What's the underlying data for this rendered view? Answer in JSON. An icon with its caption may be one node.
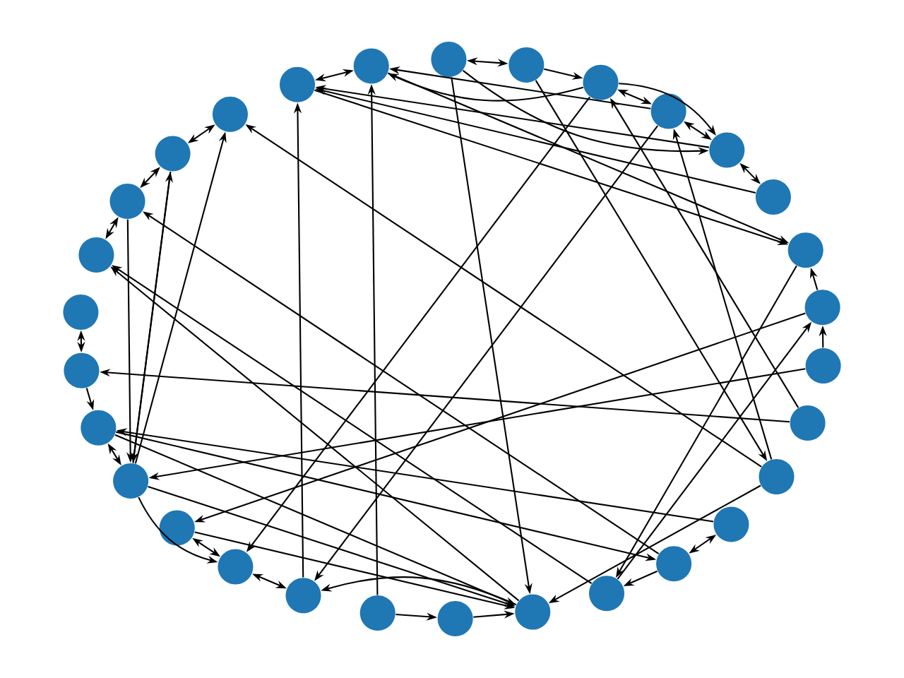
{
  "diagram": {
    "nodes": [
      {
        "text": [],
        "shape": "circle"
      },
      {
        "text": [],
        "shape": "circle"
      },
      {
        "text": [],
        "shape": "circle"
      },
      {
        "text": [],
        "shape": "circle"
      },
      {
        "text": [],
        "shape": "circle"
      },
      {
        "text": [],
        "shape": "circle"
      },
      {
        "text": [],
        "shape": "circle"
      },
      {
        "text": [],
        "shape": "circle"
      },
      {
        "text": [],
        "shape": "circle"
      },
      {
        "text": [],
        "shape": "circle"
      },
      {
        "text": [],
        "shape": "circle"
      },
      {
        "text": [],
        "shape": "circle"
      },
      {
        "text": [],
        "shape": "circle"
      },
      {
        "text": [],
        "shape": "circle"
      },
      {
        "text": [],
        "shape": "circle"
      },
      {
        "text": [],
        "shape": "circle"
      },
      {
        "text": [],
        "shape": "circle"
      },
      {
        "text": [],
        "shape": "circle"
      },
      {
        "text": [],
        "shape": "circle"
      },
      {
        "text": [],
        "shape": "circle"
      },
      {
        "text": [],
        "shape": "circle"
      },
      {
        "text": [],
        "shape": "circle"
      },
      {
        "text": [],
        "shape": "circle"
      },
      {
        "text": [],
        "shape": "circle"
      },
      {
        "text": [],
        "shape": "circle"
      },
      {
        "text": [],
        "shape": "circle"
      },
      {
        "text": [],
        "shape": "circle"
      },
      {
        "text": [],
        "shape": "circle"
      },
      {
        "text": [],
        "shape": "circle"
      },
      {
        "text": [],
        "shape": "circle"
      }
    ],
    "edges": [
      {
        "from": 2,
        "to": 3,
        "arrow": "both"
      },
      {
        "from": 0,
        "to": 1,
        "arrow": "both"
      },
      {
        "from": 4,
        "to": 1,
        "arrow": "to"
      },
      {
        "from": 6,
        "to": 0,
        "arrow": "to"
      },
      {
        "from": 7,
        "to": 0,
        "arrow": "to"
      },
      {
        "from": 5,
        "to": 1,
        "arrow": "to"
      },
      {
        "from": 3,
        "to": 4,
        "arrow": "to"
      },
      {
        "from": 4,
        "to": 5,
        "arrow": "both"
      },
      {
        "from": 5,
        "to": 6,
        "arrow": "both"
      },
      {
        "from": 6,
        "to": 7,
        "arrow": "both"
      },
      {
        "from": 4,
        "to": 6,
        "arrow": "to"
      },
      {
        "from": 9,
        "to": 8,
        "arrow": "to"
      },
      {
        "from": 10,
        "to": 9,
        "arrow": "to"
      },
      {
        "from": 2,
        "to": 6,
        "arrow": "to"
      },
      {
        "from": 0,
        "to": 8,
        "arrow": "to"
      },
      {
        "from": 1,
        "to": 8,
        "arrow": "to"
      },
      {
        "from": 2,
        "to": 16,
        "arrow": "to"
      },
      {
        "from": 19,
        "to": 0,
        "arrow": "to"
      },
      {
        "from": 18,
        "to": 1,
        "arrow": "to"
      },
      {
        "from": 22,
        "to": 29,
        "arrow": "to"
      },
      {
        "from": 22,
        "to": 28,
        "arrow": "to"
      },
      {
        "from": 28,
        "to": 27,
        "arrow": "both"
      },
      {
        "from": 27,
        "to": 26,
        "arrow": "both"
      },
      {
        "from": 29,
        "to": 28,
        "arrow": "both"
      },
      {
        "from": 12,
        "to": 29,
        "arrow": "to"
      },
      {
        "from": 14,
        "to": 27,
        "arrow": "to"
      },
      {
        "from": 15,
        "to": 26,
        "arrow": "to"
      },
      {
        "from": 16,
        "to": 26,
        "arrow": "to"
      },
      {
        "from": 27,
        "to": 22,
        "arrow": "to"
      },
      {
        "from": 28,
        "to": 22,
        "arrow": "to"
      },
      {
        "from": 25,
        "to": 24,
        "arrow": "both"
      },
      {
        "from": 24,
        "to": 23,
        "arrow": "to"
      },
      {
        "from": 23,
        "to": 22,
        "arrow": "both"
      },
      {
        "from": 22,
        "to": 20,
        "arrow": "to"
      },
      {
        "from": 21,
        "to": 20,
        "arrow": "both"
      },
      {
        "from": 20,
        "to": 19,
        "arrow": "both"
      },
      {
        "from": 18,
        "to": 17,
        "arrow": "to"
      },
      {
        "from": 17,
        "to": 16,
        "arrow": "to"
      },
      {
        "from": 10,
        "to": 22,
        "arrow": "to"
      },
      {
        "from": 4,
        "to": 20,
        "arrow": "to"
      },
      {
        "from": 5,
        "to": 19,
        "arrow": "to"
      },
      {
        "from": 22,
        "to": 16,
        "arrow": "to"
      },
      {
        "from": 21,
        "to": 16,
        "arrow": "to"
      },
      {
        "from": 23,
        "to": 16,
        "arrow": "to"
      },
      {
        "from": 14,
        "to": 15,
        "arrow": "to"
      },
      {
        "from": 13,
        "to": 14,
        "arrow": "both"
      },
      {
        "from": 12,
        "to": 16,
        "arrow": "to"
      },
      {
        "from": 8,
        "to": 15,
        "arrow": "to"
      },
      {
        "from": 15,
        "to": 9,
        "arrow": "to"
      },
      {
        "from": 3,
        "to": 12,
        "arrow": "to"
      },
      {
        "from": 23,
        "to": 14,
        "arrow": "to"
      },
      {
        "from": 11,
        "to": 24,
        "arrow": "to"
      },
      {
        "from": 13,
        "to": 23,
        "arrow": "to"
      },
      {
        "from": 11,
        "to": 4,
        "arrow": "to"
      },
      {
        "from": 12,
        "to": 5,
        "arrow": "to"
      },
      {
        "from": 16,
        "to": 19,
        "arrow": "to"
      },
      {
        "from": 9,
        "to": 21,
        "arrow": "to"
      }
    ]
  }
}
